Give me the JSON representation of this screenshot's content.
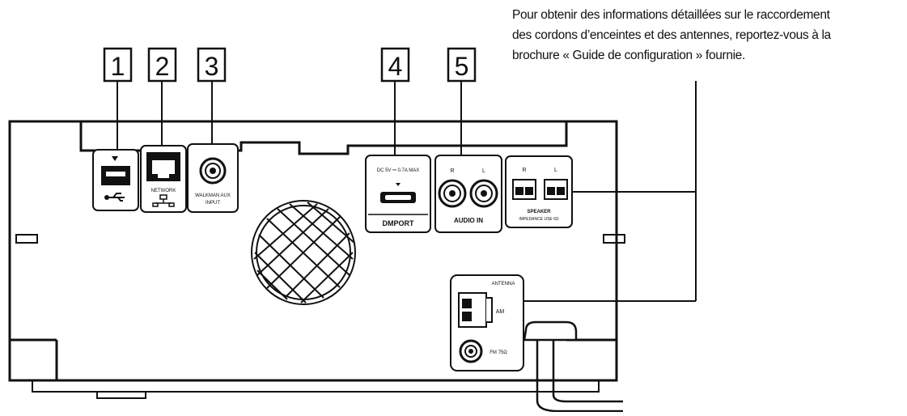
{
  "callouts": [
    "1",
    "2",
    "3",
    "4",
    "5"
  ],
  "caption": {
    "line1": "Pour obtenir des informations détaillées sur le raccordement",
    "line2": "des cordons d’enceintes et des antennes, reportez-vous à la",
    "line3": "brochure « Guide de configuration » fournie."
  },
  "panel_labels": {
    "network": "NETWORK",
    "aux_in": "WALKMAN AUX",
    "aux_in_sub": "INPUT",
    "dmport_power": "DC 5V  ⎓  0.7A MAX",
    "dmport": "DMPORT",
    "audio_in": "AUDIO IN",
    "audio_r": "R",
    "audio_l": "L",
    "speaker_r": "R",
    "speaker_l": "L",
    "speaker": "SPEAKER",
    "speaker_sub": "IMPEDANCE USE 6Ω",
    "antenna": "ANTENNA",
    "am": "AM",
    "fm": "FM 75Ω"
  }
}
